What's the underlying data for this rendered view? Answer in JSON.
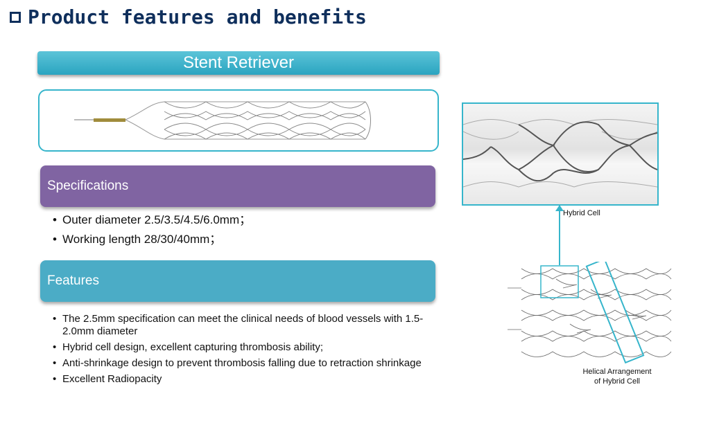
{
  "page": {
    "title": "Product features and benefits"
  },
  "banner": {
    "label": "Stent Retriever"
  },
  "specifications": {
    "heading": "Specifications",
    "items": [
      "Outer diameter 2.5/3.5/4.5/6.0mm；",
      "Working length 28/30/40mm；"
    ]
  },
  "features": {
    "heading": "Features",
    "items": [
      "The 2.5mm specification can meet the clinical needs of blood vessels with 1.5-2.0mm diameter",
      "Hybrid cell design, excellent capturing thrombosis ability;",
      "Anti-shrinkage design to prevent thrombosis falling due to retraction shrinkage",
      "Excellent Radiopacity"
    ]
  },
  "diagram": {
    "hybrid_cell_label": "Hybrid Cell",
    "helical_label_line1": "Helical Arrangement",
    "helical_label_line2": "of Hybrid Cell"
  },
  "colors": {
    "title": "#0f2f5c",
    "banner": "#2aa4c0",
    "specifications_header": "#8064a2",
    "features_header": "#4bacc6",
    "frame_border": "#36b5cb"
  }
}
